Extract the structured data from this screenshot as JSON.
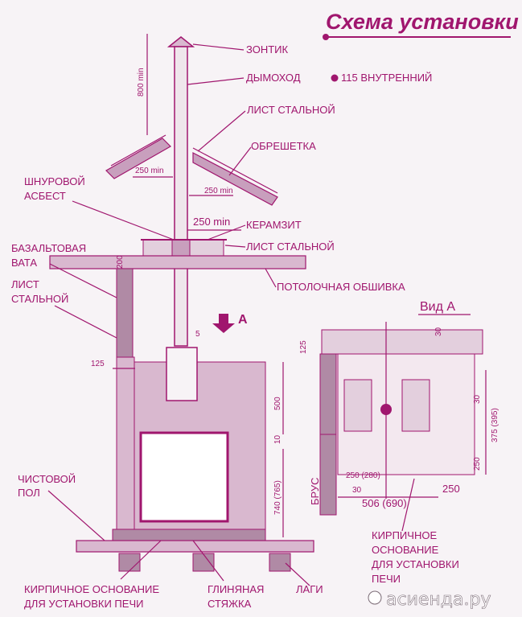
{
  "title": "Схема установки",
  "view_title": "Вид А",
  "watermark": "асиенда.ру",
  "labels": {
    "zontik": "ЗОНТИК",
    "dymokhod": "ДЫМОХОД",
    "diam": "115 ВНУТРЕННИЙ",
    "list_stalnoy_top": "ЛИСТ СТАЛЬНОЙ",
    "obreshetka": "ОБРЕШЕТКА",
    "shnurovoy_1": "ШНУРОВОЙ",
    "shnurovoy_2": "АСБЕСТ",
    "keramzit": "КЕРАМЗИТ",
    "list_stalnoy_mid": "ЛИСТ СТАЛЬНОЙ",
    "bazalt_1": "БАЗАЛЬТОВАЯ",
    "bazalt_2": "ВАТА",
    "list_left_1": "ЛИСТ",
    "list_left_2": "СТАЛЬНОЙ",
    "potolochnaya": "ПОТОЛОЧНАЯ ОБШИВКА",
    "arrow_a": "А",
    "chistovoy_1": "ЧИСТОВОЙ",
    "chistovoy_2": "ПОЛ",
    "osnovanie_left_1": "КИРПИЧНОЕ ОСНОВАНИЕ",
    "osnovanie_left_2": "ДЛЯ УСТАНОВКИ ПЕЧИ",
    "styazhka_1": "ГЛИНЯНАЯ",
    "styazhka_2": "СТЯЖКА",
    "lagi": "ЛАГИ",
    "brus": "БРУС",
    "osnovanie_right_1": "КИРПИЧНОЕ",
    "osnovanie_right_2": "ОСНОВАНИЕ",
    "osnovanie_right_3": "ДЛЯ УСТАНОВКИ",
    "osnovanie_right_4": "ПЕЧИ"
  },
  "dims": {
    "d800": "800 min",
    "d250a": "250 min",
    "d250b": "250 min",
    "d250c": "250 min",
    "d200": "200",
    "d5": "5",
    "d125": "125",
    "d500": "500",
    "d740": "740 (765)",
    "d10": "10",
    "dr125": "125",
    "dr30a": "30",
    "dr30b": "30",
    "dr375": "375 (395)",
    "dr250v": "250",
    "dr250h": "250 (280)",
    "dr30c": "30",
    "dr506": "506 (690)",
    "dr250r": "250"
  }
}
